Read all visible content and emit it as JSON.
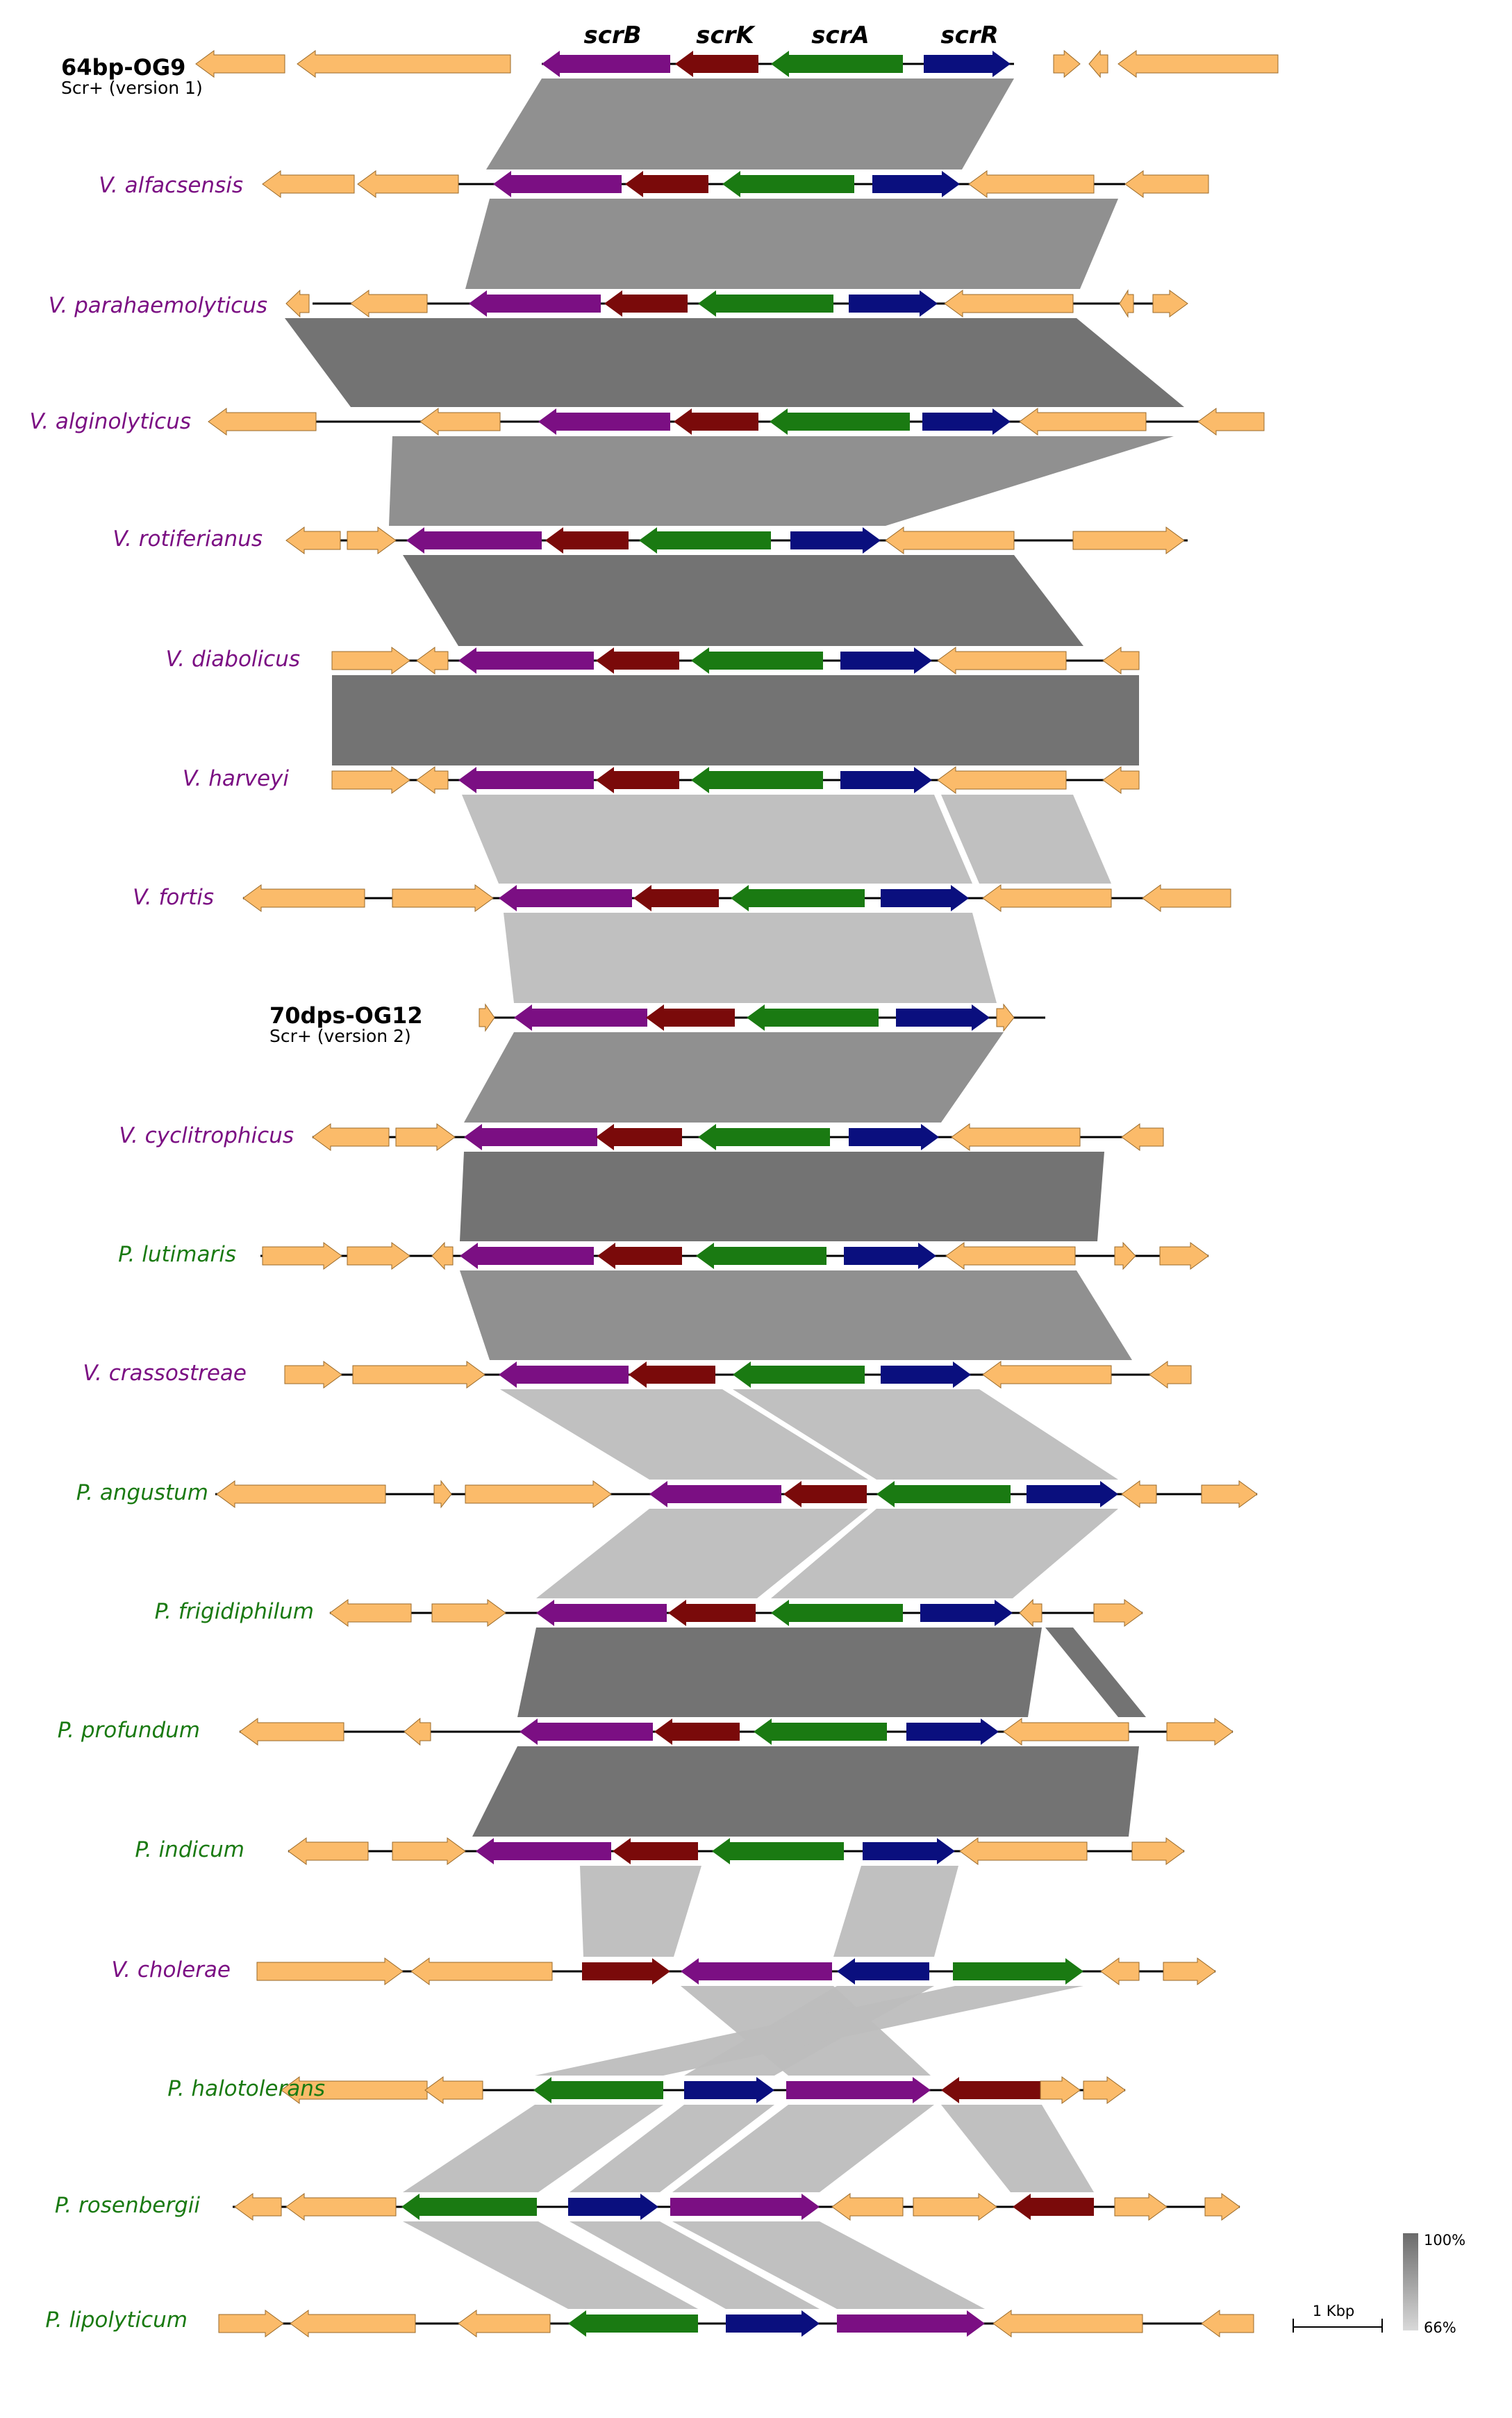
{
  "colors": {
    "scrB": "#7b0f83",
    "scrK": "#7a0a0a",
    "scrA": "#1a7a12",
    "scrR": "#0a0f7e",
    "other": "#fbbb6a",
    "vibrio_label": "#7b0f83",
    "photobacterium_label": "#1a7a12",
    "reference_label": "#000000",
    "link_dark": "#6b6b6b",
    "link_mid": "#8a8a8a",
    "link_light": "#bdbdbd"
  },
  "gene_labels": [
    "scrB",
    "scrK",
    "scrA",
    "scrR"
  ],
  "tracks": [
    {
      "name": "64bp-OG9",
      "subtitle": "Scr+ (version 1)",
      "kind": "ref"
    },
    {
      "name": "V. alfacsensis",
      "kind": "vibrio"
    },
    {
      "name": "V. parahaemolyticus",
      "kind": "vibrio"
    },
    {
      "name": "V. alginolyticus",
      "kind": "vibrio"
    },
    {
      "name": "V. rotiferianus",
      "kind": "vibrio"
    },
    {
      "name": "V. diabolicus",
      "kind": "vibrio"
    },
    {
      "name": "V. harveyi",
      "kind": "vibrio"
    },
    {
      "name": "V. fortis",
      "kind": "vibrio"
    },
    {
      "name": "70dps-OG12",
      "subtitle": "Scr+ (version 2)",
      "kind": "ref"
    },
    {
      "name": "V. cyclitrophicus",
      "kind": "vibrio"
    },
    {
      "name": "P. lutimaris",
      "kind": "photo"
    },
    {
      "name": "V. crassostreae",
      "kind": "vibrio"
    },
    {
      "name": "P. angustum",
      "kind": "photo"
    },
    {
      "name": "P. frigidiphilum",
      "kind": "photo"
    },
    {
      "name": "P. profundum",
      "kind": "photo"
    },
    {
      "name": "P. indicum",
      "kind": "photo"
    },
    {
      "name": "V. cholerae",
      "kind": "vibrio"
    },
    {
      "name": "P. halotolerans",
      "kind": "photo"
    },
    {
      "name": "P. rosenbergii",
      "kind": "photo"
    },
    {
      "name": "P. lipolyticum",
      "kind": "photo"
    }
  ],
  "scale": {
    "bar_label": "1 Kbp",
    "legend_max": "100%",
    "legend_min": "66%"
  }
}
